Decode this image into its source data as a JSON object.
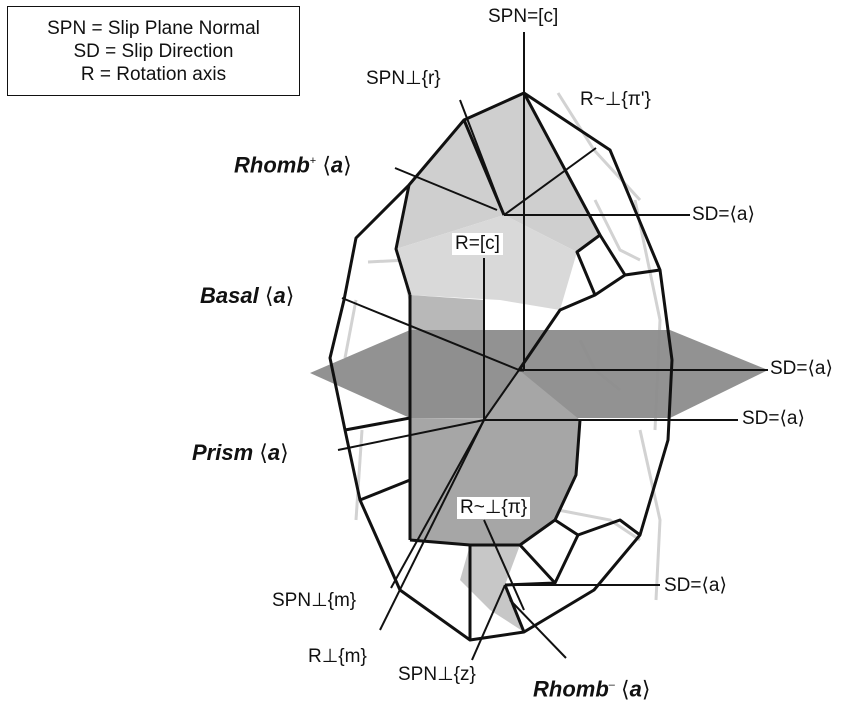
{
  "legend": {
    "line1": "SPN = Slip Plane Normal",
    "line2": "SD = Slip Direction",
    "line3": "R = Rotation axis"
  },
  "labels": {
    "spn_c": "SPN=[c]",
    "spn_r": "SPN⊥{r}",
    "r_pi_prime": "R~⊥{π'}",
    "sd_1": "SD=⟨a⟩",
    "r_c": "R=[c]",
    "sd_2": "SD=⟨a⟩",
    "sd_3": "SD=⟨a⟩",
    "r_pi": "R~⊥{π}",
    "sd_4": "SD=⟨a⟩",
    "spn_m": "SPN⊥{m}",
    "r_m": "R⊥{m}",
    "spn_z": "SPN⊥{z}"
  },
  "slip_systems": {
    "rhomb_plus": {
      "name": "Rhomb",
      "sup": "+",
      "dir": "a"
    },
    "basal": {
      "name": "Basal",
      "dir": "a"
    },
    "prism": {
      "name": "Prism",
      "dir": "a"
    },
    "rhomb_minus": {
      "name": "Rhomb",
      "sup": "–",
      "dir": "a"
    }
  },
  "colors": {
    "outline": "#111111",
    "back_edges": "#d0d0d0",
    "rhomb_plane": "#cfcfcf",
    "prism_plane": "#b8b8b8",
    "basal_plane": "#8c8c8c",
    "basal_lower": "#9a9a9a"
  }
}
